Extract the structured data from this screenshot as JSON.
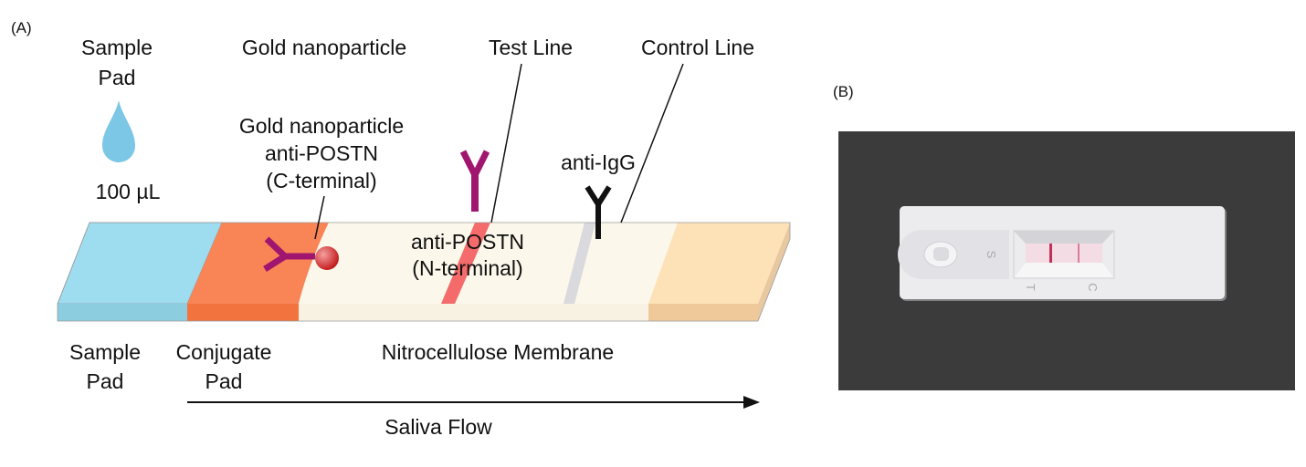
{
  "panel_a": {
    "label": "(A)",
    "top_labels": {
      "sample_pad_line1": "Sample",
      "sample_pad_line2": "Pad",
      "gold_nanoparticle": "Gold nanoparticle",
      "test_line": "Test Line",
      "control_line": "Control Line"
    },
    "volume": "100 µL",
    "conjugate_label": [
      "Gold nanoparticle",
      "anti-POSTN",
      "(C-terminal)"
    ],
    "capture_label": [
      "anti-POSTN",
      "(N-terminal)"
    ],
    "control_antibody_label": "anti-IgG",
    "bottom_labels": {
      "sample_pad": [
        "Sample",
        "Pad"
      ],
      "conjugate_pad": [
        "Conjugate",
        "Pad"
      ],
      "membrane": "Nitrocellulose Membrane"
    },
    "flow_label": "Saliva Flow",
    "colors": {
      "sample_pad": "#9edcf0",
      "conjugate_pad": "#f98557",
      "membrane": "#fbf7ea",
      "absorbent_pad": "#fde2b8",
      "test_line": "#f56a6a",
      "control_line": "#d9d9de",
      "antibody": "#a0166f",
      "gold_particle": "#d93030",
      "drop": "#7cc6e6"
    }
  },
  "panel_b": {
    "label": "(B)",
    "cassette_marks": {
      "sample": "S",
      "test": "T",
      "control": "C"
    }
  }
}
